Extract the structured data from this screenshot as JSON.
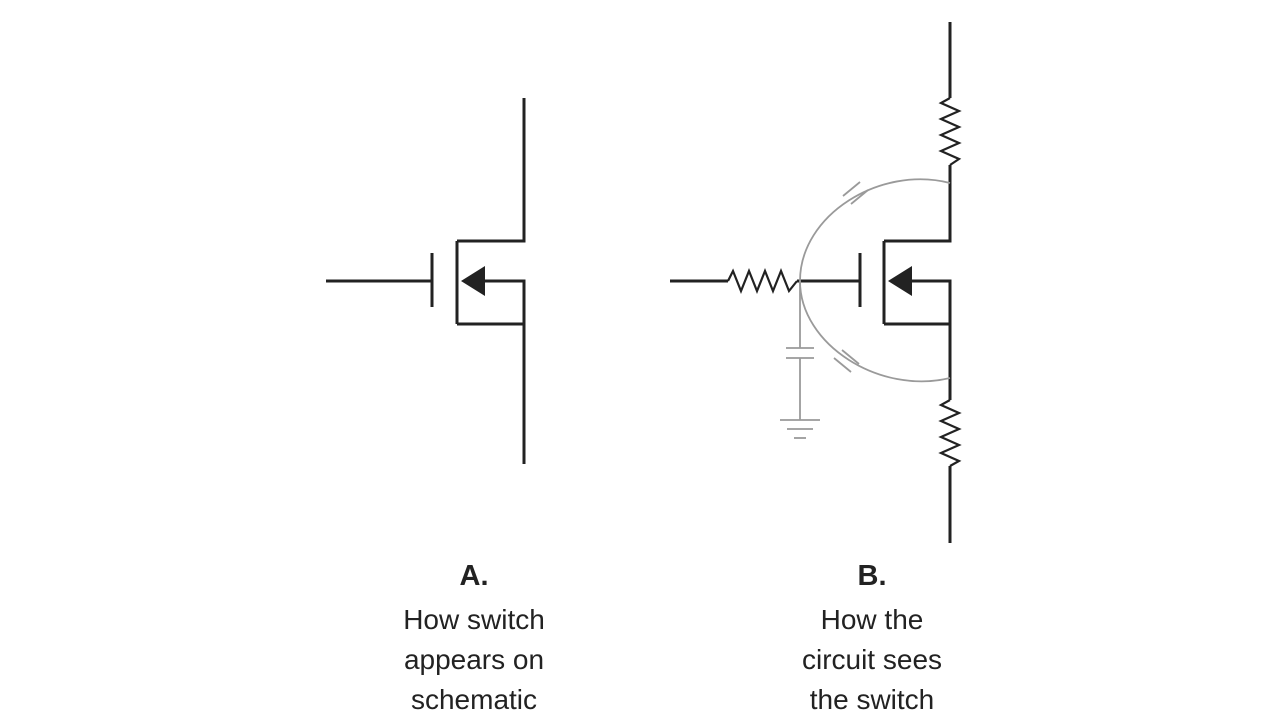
{
  "diagram": {
    "panel_a": {
      "letter": "A.",
      "caption_lines": [
        "How switch",
        "appears on",
        "schematic"
      ]
    },
    "panel_b": {
      "letter": "B.",
      "caption_lines": [
        "How the",
        "circuit sees",
        "the switch"
      ]
    }
  },
  "colors": {
    "main_stroke": "#222222",
    "parasitic_stroke": "#9a9a9a",
    "background": "#ffffff"
  }
}
